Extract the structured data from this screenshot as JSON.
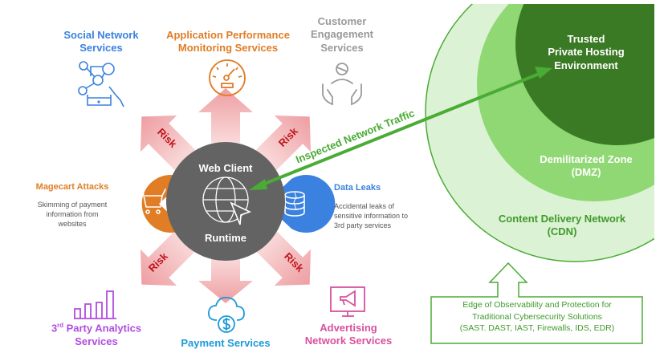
{
  "diagram": {
    "center": {
      "title_top": "Web Client",
      "title_bottom": "Runtime",
      "icon": "globe-cursor-icon"
    },
    "services": [
      {
        "id": "social",
        "label_lines": [
          "Social Network",
          "Services"
        ],
        "icon": "social-network-phone-icon",
        "color": "#3b82e0",
        "risk_label": "Risk"
      },
      {
        "id": "apm",
        "label_lines": [
          "Application Performance",
          "Monitoring Services"
        ],
        "icon": "speedometer-icon",
        "color": "#e07d25",
        "risk_label": ""
      },
      {
        "id": "customer",
        "label_lines": [
          "Customer",
          "Engagement",
          "Services"
        ],
        "icon": "person-hands-icon",
        "color": "#9a9a9a",
        "risk_label": "Risk"
      },
      {
        "id": "analytics",
        "label_prefix": "3",
        "label_sup": "rd",
        "label_lines": [
          " Party Analytics",
          "Services"
        ],
        "icon": "bar-chart-icon",
        "color": "#b04de0",
        "risk_label": "Risk"
      },
      {
        "id": "payment",
        "label_lines": [
          "Payment Services"
        ],
        "icon": "cloud-dollar-icon",
        "color": "#1d9ad8",
        "risk_label": ""
      },
      {
        "id": "advertising",
        "label_lines": [
          "Advertising",
          "Network Services"
        ],
        "icon": "monitor-megaphone-icon",
        "color": "#d9519e",
        "risk_label": "Risk"
      }
    ],
    "threats": [
      {
        "id": "magecart",
        "title": "Magecart Attacks",
        "description_lines": [
          "Skimming of payment",
          "information from",
          "websites"
        ],
        "icon": "shopping-cart-icon",
        "color": "#e07d25"
      },
      {
        "id": "dataleaks",
        "title": "Data Leaks",
        "description_lines": [
          "Accidental leaks of",
          "sensitive information to",
          "3rd party services"
        ],
        "icon": "database-crack-icon",
        "color": "#3b82e0"
      }
    ],
    "traffic_arrow_label": "Inspected Network Traffic",
    "zones": [
      {
        "id": "cdn",
        "label_lines": [
          "Content Delivery Network",
          "(CDN)"
        ],
        "fill": "#dbf2d4",
        "text_color": "#3f9a2a"
      },
      {
        "id": "dmz",
        "label_lines": [
          "Demilitarized Zone",
          "(DMZ)"
        ],
        "fill": "#8fd874",
        "text_color": "#ffffff"
      },
      {
        "id": "trusted",
        "label_lines": [
          "Trusted",
          "Private Hosting",
          "Environment"
        ],
        "fill": "#3b7a24",
        "text_color": "#ffffff"
      }
    ],
    "edge_box": {
      "lines": [
        "Edge of Observability and Protection for",
        "Traditional Cybersecurity Solutions",
        "(SAST. DAST, IAST, Firewalls, IDS, EDR)"
      ],
      "color": "#4aab35"
    },
    "colors": {
      "center_fill": "#636363",
      "risk_arrow": "#f2b6b6",
      "risk_text": "#c0141c",
      "traffic_arrow": "#4aab35"
    }
  }
}
